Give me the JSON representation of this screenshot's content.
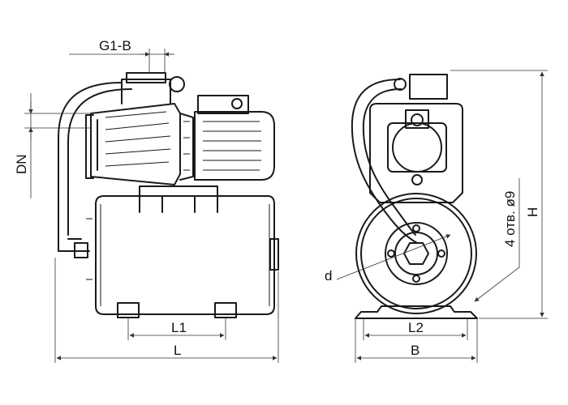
{
  "labels": {
    "g1b": "G1-B",
    "dn": "DN",
    "l1": "L1",
    "l": "L",
    "d": "d",
    "l2": "L2",
    "b": "B",
    "holes": "4 отв. ø9",
    "h": "H"
  }
}
